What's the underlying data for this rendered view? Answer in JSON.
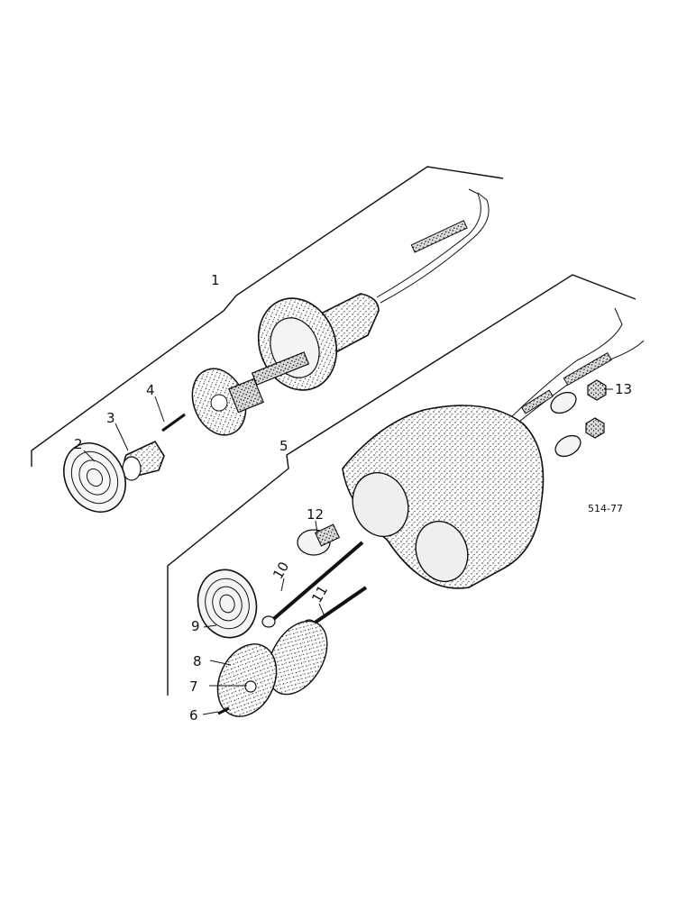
{
  "diagram": {
    "drawing_code": "514-77",
    "callouts": {
      "c1": "1",
      "c2": "2",
      "c3": "3",
      "c4": "4",
      "c5": "5",
      "c6": "6",
      "c7": "7",
      "c8": "8",
      "c9": "9",
      "c10": "10",
      "c11": "11",
      "c12": "12",
      "c13": "13"
    }
  }
}
